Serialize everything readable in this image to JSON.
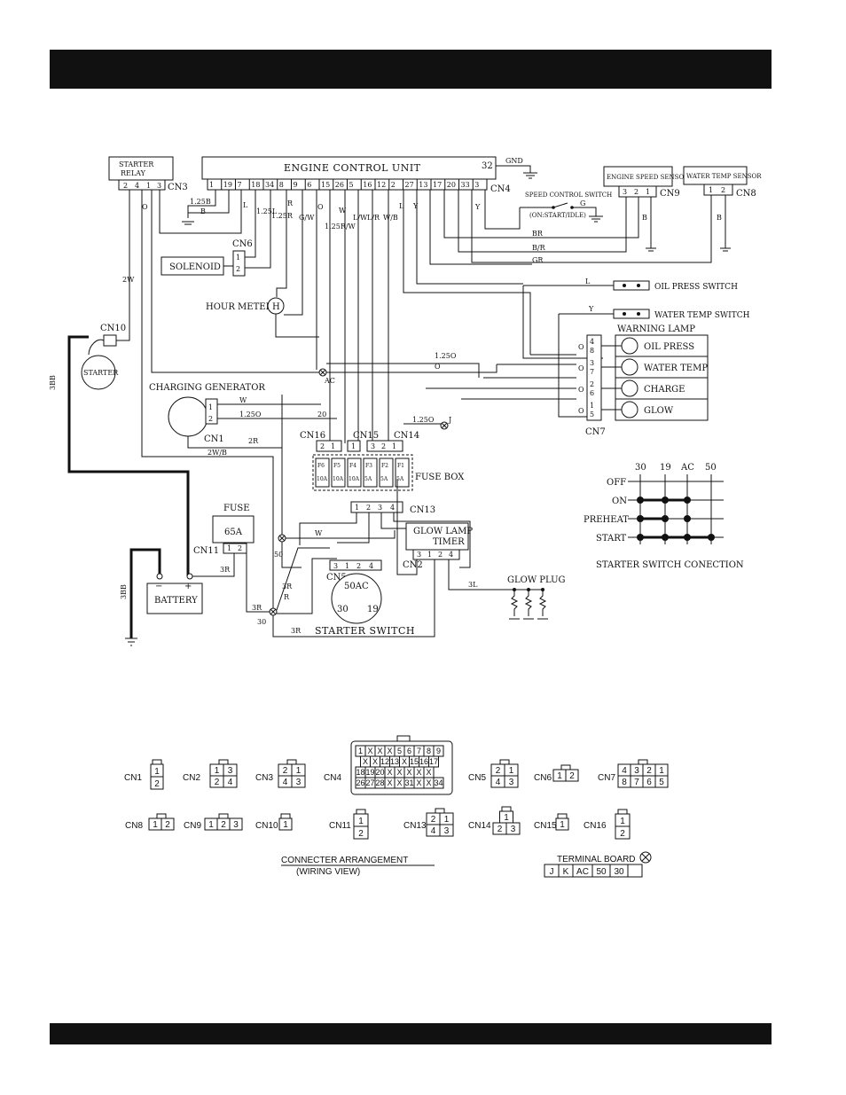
{
  "header": {
    "bar_color": "#111111"
  },
  "footer": {
    "bar_color": "#111111"
  },
  "diagram": {
    "ecu": {
      "title": "ENGINE CONTROL UNIT",
      "gnd_pin": "32",
      "gnd": "GND",
      "connector": "CN4",
      "pins": [
        "1",
        "19",
        "7",
        "18",
        "34",
        "8",
        "9",
        "6",
        "15",
        "26",
        "5",
        "16",
        "12",
        "2",
        "27",
        "13",
        "17",
        "20",
        "33",
        "3"
      ]
    },
    "starter_relay": {
      "title1": "STARTER",
      "title2": "RELAY",
      "connector": "CN3",
      "pins": [
        "2",
        "4",
        "1",
        "3"
      ]
    },
    "engine_speed_sensor": {
      "title": "ENGINE SPEED SENSOR",
      "connector": "CN9",
      "pins": [
        "3",
        "2",
        "1"
      ]
    },
    "water_temp_sensor": {
      "title": "WATER TEMP SENSOR",
      "connector": "CN8",
      "pins": [
        "1",
        "2"
      ]
    },
    "speed_control_switch": {
      "title": "SPEED CONTROL SWITCH",
      "state": "(ON:START/IDLE)"
    },
    "solenoid": {
      "label": "SOLENOID",
      "connector": "CN6",
      "pins": [
        "1",
        "2"
      ]
    },
    "hour_meter": {
      "label": "HOUR METER",
      "symbol": "H"
    },
    "starter": {
      "label": "STARTER",
      "connector": "CN10"
    },
    "oil_press_switch": "OIL PRESS SWITCH",
    "water_temp_switch": "WATER TEMP SWITCH",
    "warning_lamp": {
      "title": "WARNING LAMP",
      "connector": "CN7",
      "lamps": [
        "OIL PRESS",
        "WATER TEMP",
        "CHARGE",
        "GLOW"
      ],
      "pins": [
        "4",
        "8",
        "3",
        "7",
        "2",
        "6",
        "1",
        "5"
      ]
    },
    "charging_generator": {
      "label": "CHARGING GENERATOR",
      "connector": "CN1",
      "pins": [
        "1",
        "2"
      ]
    },
    "fuse_box": {
      "label": "FUSE BOX",
      "fuses": [
        "F6",
        "F5",
        "F4",
        "F3",
        "F2",
        "F1"
      ],
      "ratings": [
        "10A",
        "10A",
        "10A",
        "5A",
        "5A",
        "5A"
      ],
      "cn16": "CN16",
      "cn15": "CN15",
      "cn14": "CN14",
      "cn13": "CN13",
      "cn16_pins": [
        "2",
        "1"
      ],
      "cn15_pins": [
        "1"
      ],
      "cn14_pins": [
        "3",
        "2",
        "1"
      ],
      "cn13_pins": [
        "1",
        "2",
        "3",
        "4"
      ]
    },
    "fuse": {
      "label": "FUSE",
      "rating": "65A",
      "connector": "CN11",
      "pins": [
        "1",
        "2"
      ]
    },
    "battery": {
      "label": "BATTERY",
      "minus": "−",
      "plus": "+"
    },
    "glow_lamp_timer": {
      "label1": "GLOW LAMP",
      "label2": "TIMER",
      "connector": "CN2",
      "pins": [
        "3",
        "1",
        "2",
        "4"
      ]
    },
    "glow_plug": "GLOW PLUG",
    "starter_switch": {
      "label": "STARTER SWITCH",
      "connector": "CN5",
      "center": "50AC",
      "left": "30",
      "right": "19",
      "pins": [
        "3",
        "1",
        "2",
        "4"
      ]
    },
    "terminals": {
      "ac": "AC",
      "j": "J",
      "t50": "50",
      "t30": "30"
    },
    "wire_labels": [
      "1.25B",
      "B",
      "L",
      "1.25L",
      "1.25R",
      "R",
      "G/W",
      "O",
      "1.25R/W",
      "W",
      "L/W",
      "L/R",
      "W/B",
      "L",
      "Y",
      "Y",
      "G",
      "BR",
      "B/R",
      "GR",
      "B",
      "B",
      "2W",
      "3BB",
      "3BB",
      "L",
      "Y",
      "L",
      "1.25O",
      "O",
      "W",
      "1.25O",
      "20",
      "1.25O",
      "2R",
      "2W/B",
      "3R",
      "3R",
      "W",
      "3R",
      "R",
      "3R",
      "3L",
      "O",
      "O",
      "O",
      "O"
    ],
    "starter_switch_connection": {
      "title": "STARTER SWITCH CONECTION",
      "columns": [
        "30",
        "19",
        "AC",
        "50"
      ],
      "rows": [
        "OFF",
        "ON",
        "PREHEAT",
        "START"
      ]
    }
  },
  "connector_arrangement": {
    "title": "CONNECTER ARRANGEMENT",
    "subtitle": "(WIRING VIEW)",
    "items": [
      {
        "name": "CN1",
        "rows": [
          [
            "1"
          ],
          [
            "2"
          ]
        ]
      },
      {
        "name": "CN2",
        "rows": [
          [
            "1",
            "3"
          ],
          [
            "2",
            "4"
          ]
        ]
      },
      {
        "name": "CN3",
        "rows": [
          [
            "2",
            "1"
          ],
          [
            "4",
            "3"
          ]
        ]
      },
      {
        "name": "CN4",
        "rows": [
          [
            "1",
            "X",
            "X",
            "X",
            "5",
            "6",
            "7",
            "8",
            "9"
          ],
          [
            "X",
            "X",
            "12",
            "13",
            "X",
            "15",
            "16",
            "17"
          ],
          [
            "18",
            "19",
            "20",
            "X",
            "X",
            "X",
            "X",
            "X"
          ],
          [
            "26",
            "27",
            "28",
            "X",
            "X",
            "31",
            "X",
            "X",
            "34"
          ]
        ]
      },
      {
        "name": "CN5",
        "rows": [
          [
            "2",
            "1"
          ],
          [
            "4",
            "3"
          ]
        ]
      },
      {
        "name": "CN6",
        "rows": [
          [
            "1",
            "2"
          ]
        ]
      },
      {
        "name": "CN7",
        "rows": [
          [
            "4",
            "3",
            "2",
            "1"
          ],
          [
            "8",
            "7",
            "6",
            "5"
          ]
        ]
      },
      {
        "name": "CN8",
        "rows": [
          [
            "1",
            "2"
          ]
        ]
      },
      {
        "name": "CN9",
        "rows": [
          [
            "1",
            "2",
            "3"
          ]
        ]
      },
      {
        "name": "CN10",
        "rows": [
          [
            "1"
          ]
        ]
      },
      {
        "name": "CN11",
        "rows": [
          [
            "1"
          ],
          [
            "2"
          ]
        ]
      },
      {
        "name": "CN13",
        "rows": [
          [
            "2",
            "1"
          ],
          [
            "4",
            "3"
          ]
        ]
      },
      {
        "name": "CN14",
        "rows": [
          [
            "1"
          ],
          [
            "2",
            "3"
          ]
        ]
      },
      {
        "name": "CN15",
        "rows": [
          [
            "1"
          ]
        ]
      },
      {
        "name": "CN16",
        "rows": [
          [
            "1"
          ],
          [
            "2"
          ]
        ]
      }
    ],
    "terminal_board": {
      "title": "TERMINAL BOARD",
      "cells": [
        "J",
        "K",
        "AC",
        "50",
        "30",
        ""
      ]
    }
  }
}
